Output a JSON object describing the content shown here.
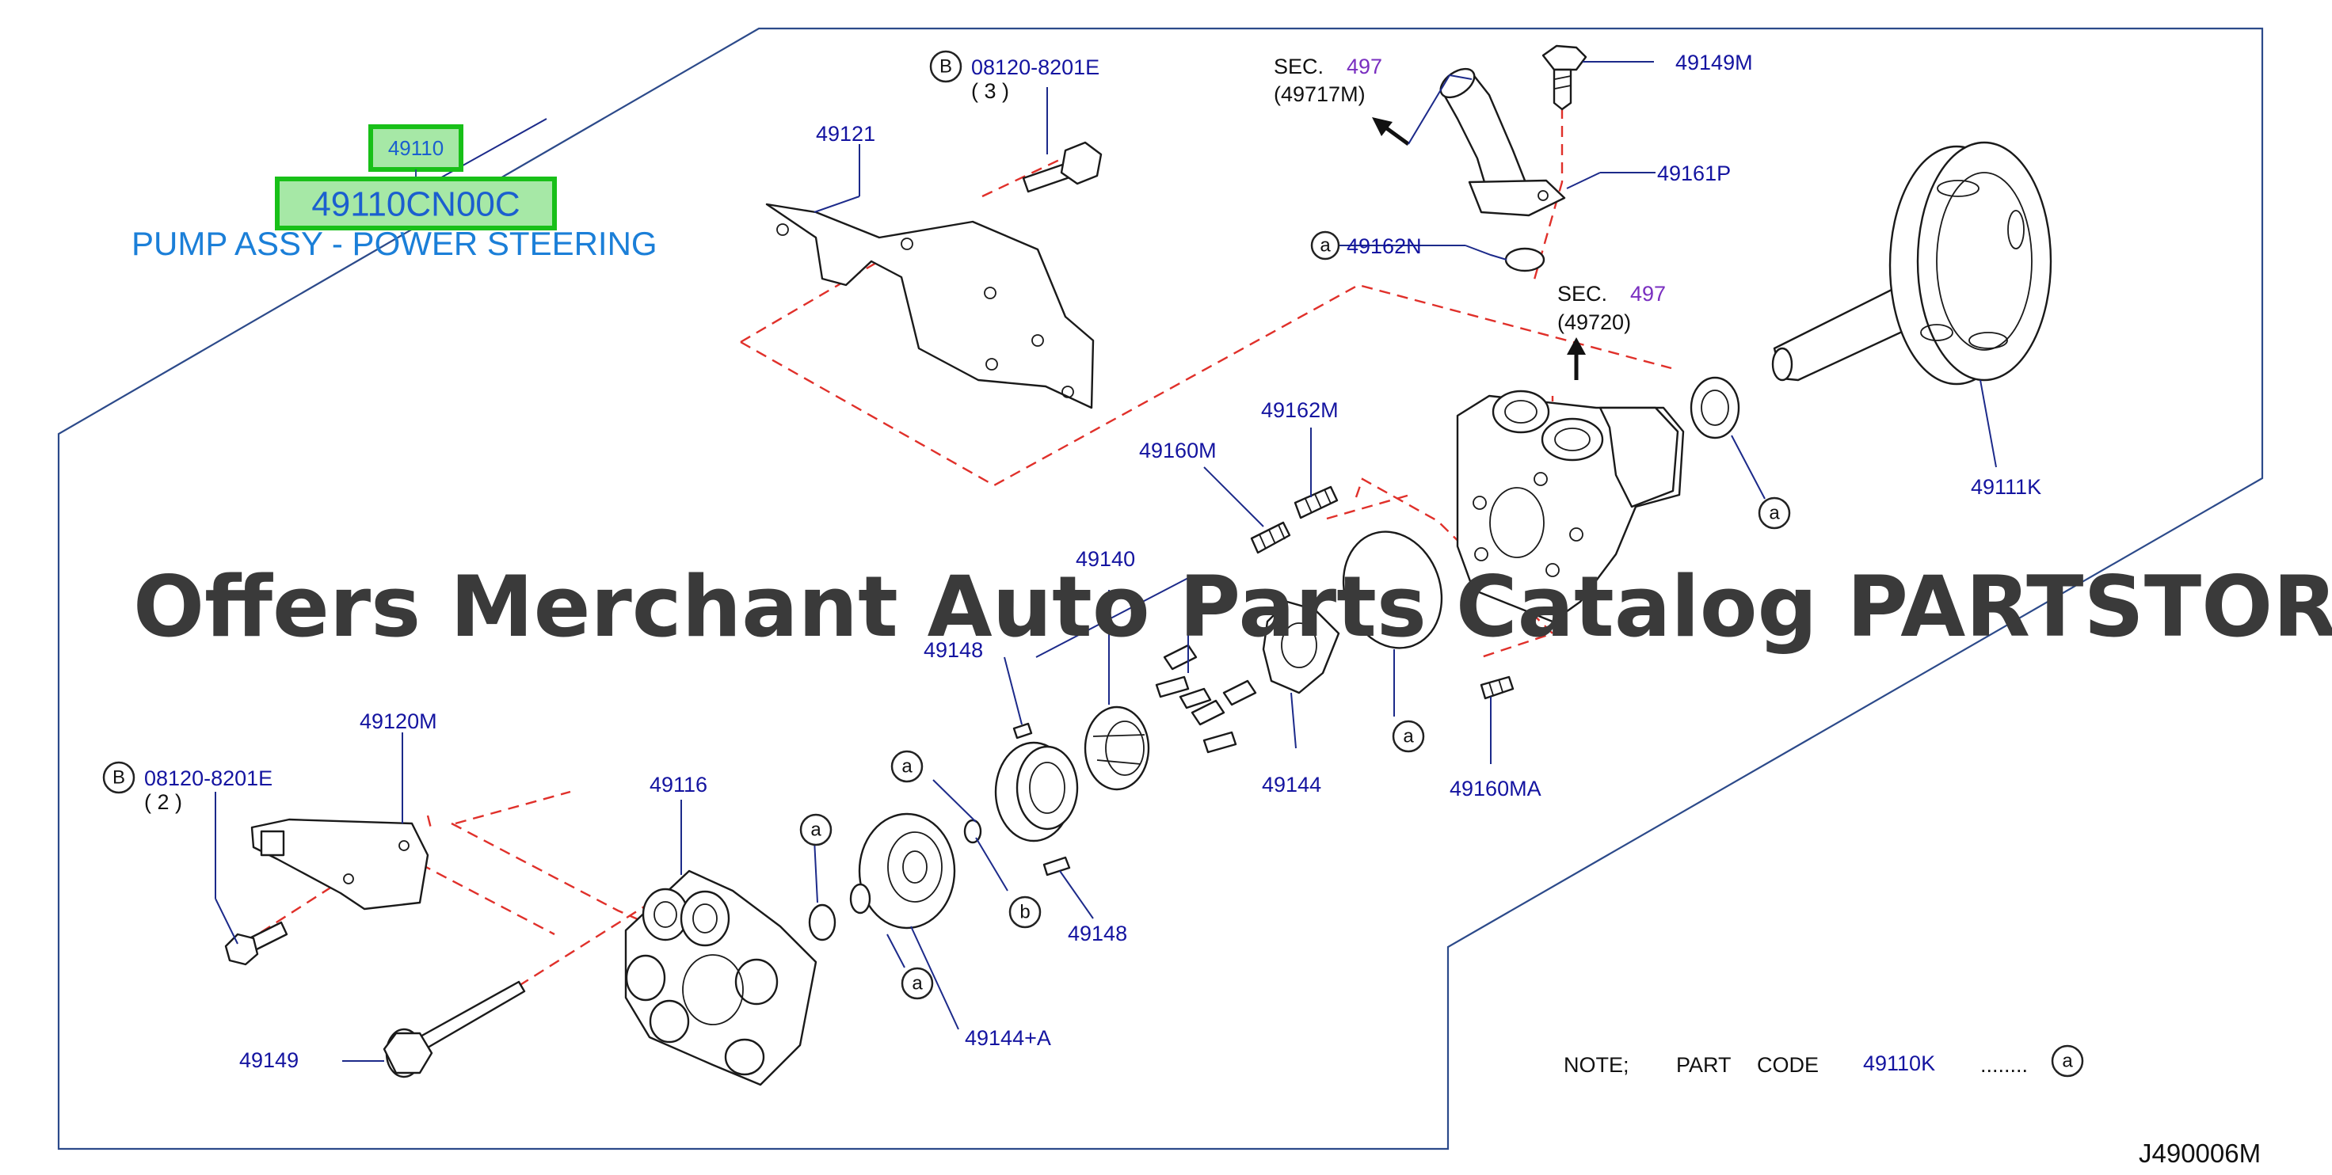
{
  "highlight": {
    "small_code": "49110",
    "big_code": "49110CN00C",
    "title": "PUMP ASSY - POWER STEERING"
  },
  "watermark": "Offers Merchant Auto Parts Catalog PARTSTORE.SA",
  "labels": {
    "p49121": "49121",
    "b_top_code": "08120-8201E",
    "b_top_qty": "( 3 )",
    "b_letter": "B",
    "sec_word": "SEC.",
    "sec_num": "497",
    "sec1_ref": "(49717M)",
    "sec2_ref": "(49720)",
    "p49149M": "49149M",
    "p49161P": "49161P",
    "p49162N": "49162N",
    "p49111K": "49111K",
    "p49160M": "49160M",
    "p49162M": "49162M",
    "p49140": "49140",
    "p49148a": "49148",
    "p49148b": "49148",
    "p49144": "49144",
    "p49160MA": "49160MA",
    "p49120M": "49120M",
    "b_bot_code": "08120-8201E",
    "b_bot_qty": "( 2 )",
    "p49116": "49116",
    "p49149": "49149",
    "p49144A": "49144+A",
    "callout_a": "a",
    "callout_b": "b"
  },
  "note": {
    "note_word": "NOTE;",
    "part_word": "PART",
    "code_word": "CODE",
    "code_value": "49110K",
    "dots": "........"
  },
  "figure_id": "J490006M"
}
